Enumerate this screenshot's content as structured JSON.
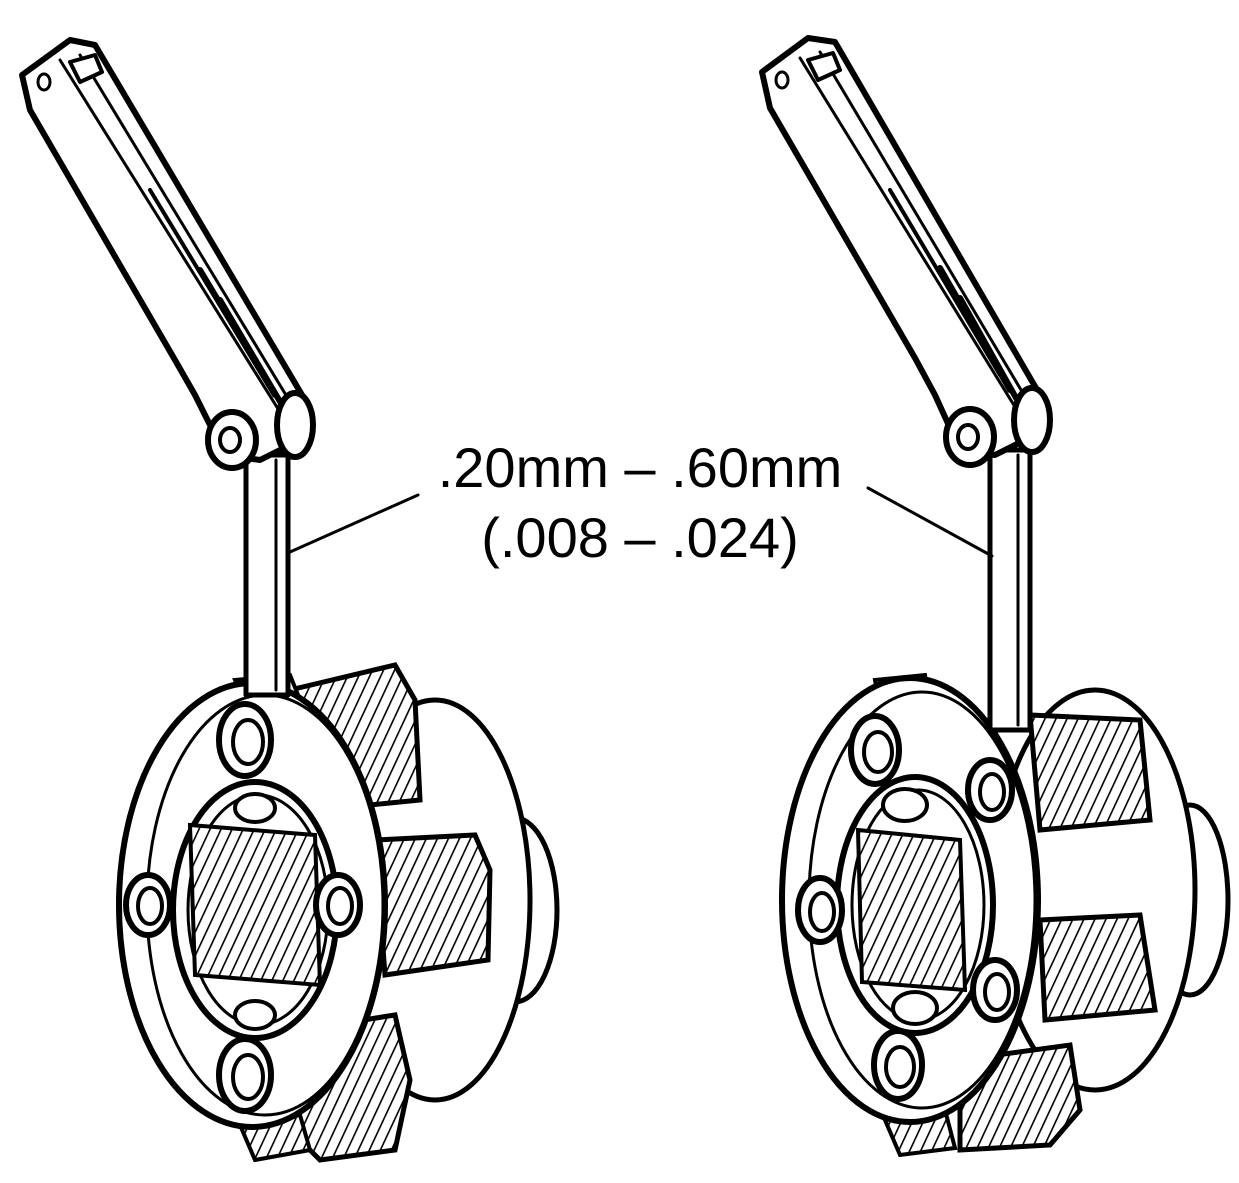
{
  "callout": {
    "metric": ".20mm – .60mm",
    "imperial": "(.008 – .024)"
  },
  "colors": {
    "ink": "#000000",
    "paper": "#ffffff"
  },
  "assemblies": [
    {
      "id": "left",
      "parts": [
        "feeler-gauge",
        "planetary-carrier",
        "pinion-gears"
      ]
    },
    {
      "id": "right",
      "parts": [
        "feeler-gauge",
        "planetary-carrier",
        "pinion-gears"
      ]
    }
  ]
}
